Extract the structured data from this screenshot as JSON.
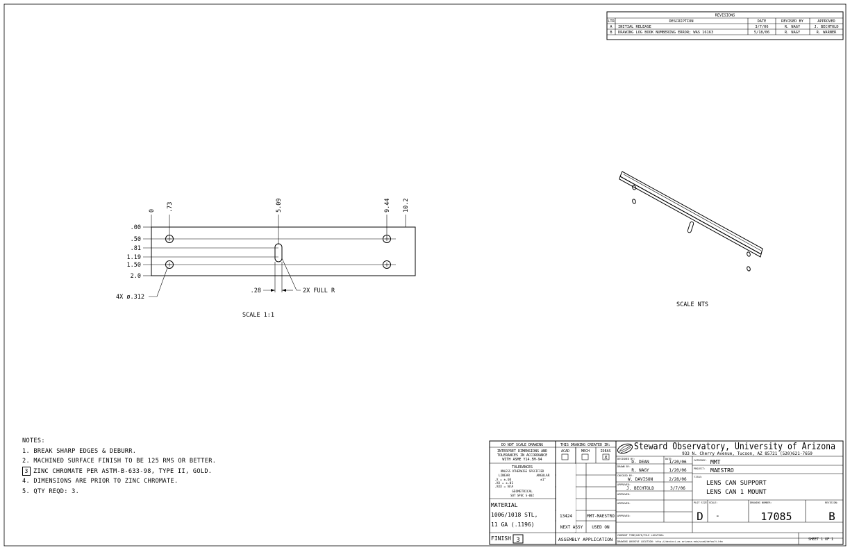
{
  "revisions": {
    "title": "REVISIONS",
    "headers": [
      "LTR",
      "DESCRIPTION",
      "DATE",
      "REVISED BY",
      "APPROVED"
    ],
    "rows": [
      [
        "A",
        "INITIAL RELEASE",
        "3/7/06",
        "R. NAGY",
        "J. BECHTOLD"
      ],
      [
        "B",
        "DRAWING LOG BOOK NUMBERING ERROR; WAS 16163",
        "5/18/06",
        "R. NAGY",
        "R. WARNER"
      ]
    ]
  },
  "front_view": {
    "x_dims": [
      "0",
      ".73",
      "5.09",
      "9.44",
      "10.2"
    ],
    "y_dims": [
      ".00",
      ".50",
      ".81",
      "1.19",
      "1.50",
      "2.0"
    ],
    "hole_callout": "4X ø.312",
    "slot_width": ".28",
    "slot_callout": "2X FULL R",
    "scale": "SCALE 1:1"
  },
  "iso_view": {
    "scale": "SCALE NTS"
  },
  "notes": {
    "title": "NOTES:",
    "items": [
      "1. BREAK SHARP EDGES & DEBURR.",
      "2. MACHINED SURFACE FINISH TO BE 125 RMS OR BETTER.",
      "ZINC CHROMATE PER ASTM-B-633-98, TYPE II, GOLD.",
      "4. DIMENSIONS ARE PRIOR TO ZINC CHROMATE.",
      "5. QTY REQD: 3."
    ],
    "flag_number": "3"
  },
  "title_block": {
    "do_not_scale": "DO NOT SCALE DRAWING",
    "interpret": [
      "INTERPRET DIMENSIONS AND",
      "TOLERANCES IN ACCORDANCE",
      "WITH ASME Y14.5M-94"
    ],
    "tolerances_title": "TOLERANCES",
    "tolerances_sub": "UNLESS OTHERWISE SPECIFIED",
    "linear": "LINEAR",
    "angular": "ANGULAR",
    "tol_x": ".X   = ±.03",
    "tol_xx": ".XX  = ±.01",
    "tol_xxx": ".XXX = N/A",
    "tol_ang": "±1°",
    "geometrical": "GEOMETRICAL",
    "std_spec": "SOT SPEC S-002",
    "created_in": "THIS DRAWING CREATED IN:",
    "cad_options": [
      "ACAD",
      "MECH",
      "IDEAS"
    ],
    "cad_checked": "X",
    "material_label": "MATERIAL",
    "material": [
      "1006/1018 STL,",
      "11 GA (.1196)"
    ],
    "finish_label": "FINISH",
    "finish_flag": "3",
    "next_assy_no": "13424",
    "used_on_value": "MMT-MAESTRO",
    "next_assy": "NEXT ASSY",
    "used_on": "USED ON",
    "assembly_application": "ASSEMBLY APPLICATION",
    "org": "Steward Observatory, University of Arizona",
    "address": "933 N. Cherry Avenue, Tucson, AZ  85721   (520)621-7659",
    "designed_by_label": "DESIGNED BY:",
    "designed_by": "D. DEAN",
    "date_label": "DATE:",
    "designed_date": "1/20/06",
    "drawn_by_label": "DRAWN BY:",
    "drawn_by": "R. NAGY",
    "drawn_date": "1/20/06",
    "checked_by_label": "CHECKED BY:",
    "checked_by": "W. DAVISON",
    "checked_date": "2/28/06",
    "approved_label": "APPROVED:",
    "approved_by": "J. BECHTOLD",
    "approved_date": "3/7/06",
    "category_label": "CATEGORY:",
    "category": "MMT",
    "project_label": "PROJECT:",
    "project": "MAESTRO",
    "title_label": "TITLE:",
    "title_lines": [
      "LENS CAN SUPPORT",
      "LENS CAN 1 MOUNT"
    ],
    "plot_size_label": "PLOT SIZE",
    "plot_size": "D",
    "scale_label": "SCALE:",
    "scale": "-",
    "drawing_number_label": "DRAWING NUMBER:",
    "drawing_number": "17085",
    "revision_label": "REVISION:",
    "revision": "B",
    "current_time_label": "CURRENT TIME/DATE/FILE LOCATION:",
    "archive_label": "DRAWING ARCHIVE LOCATION: http://devinci.as.arizona.edu/scad/default.htm",
    "sheet": "SHEET 1 OF 1"
  }
}
